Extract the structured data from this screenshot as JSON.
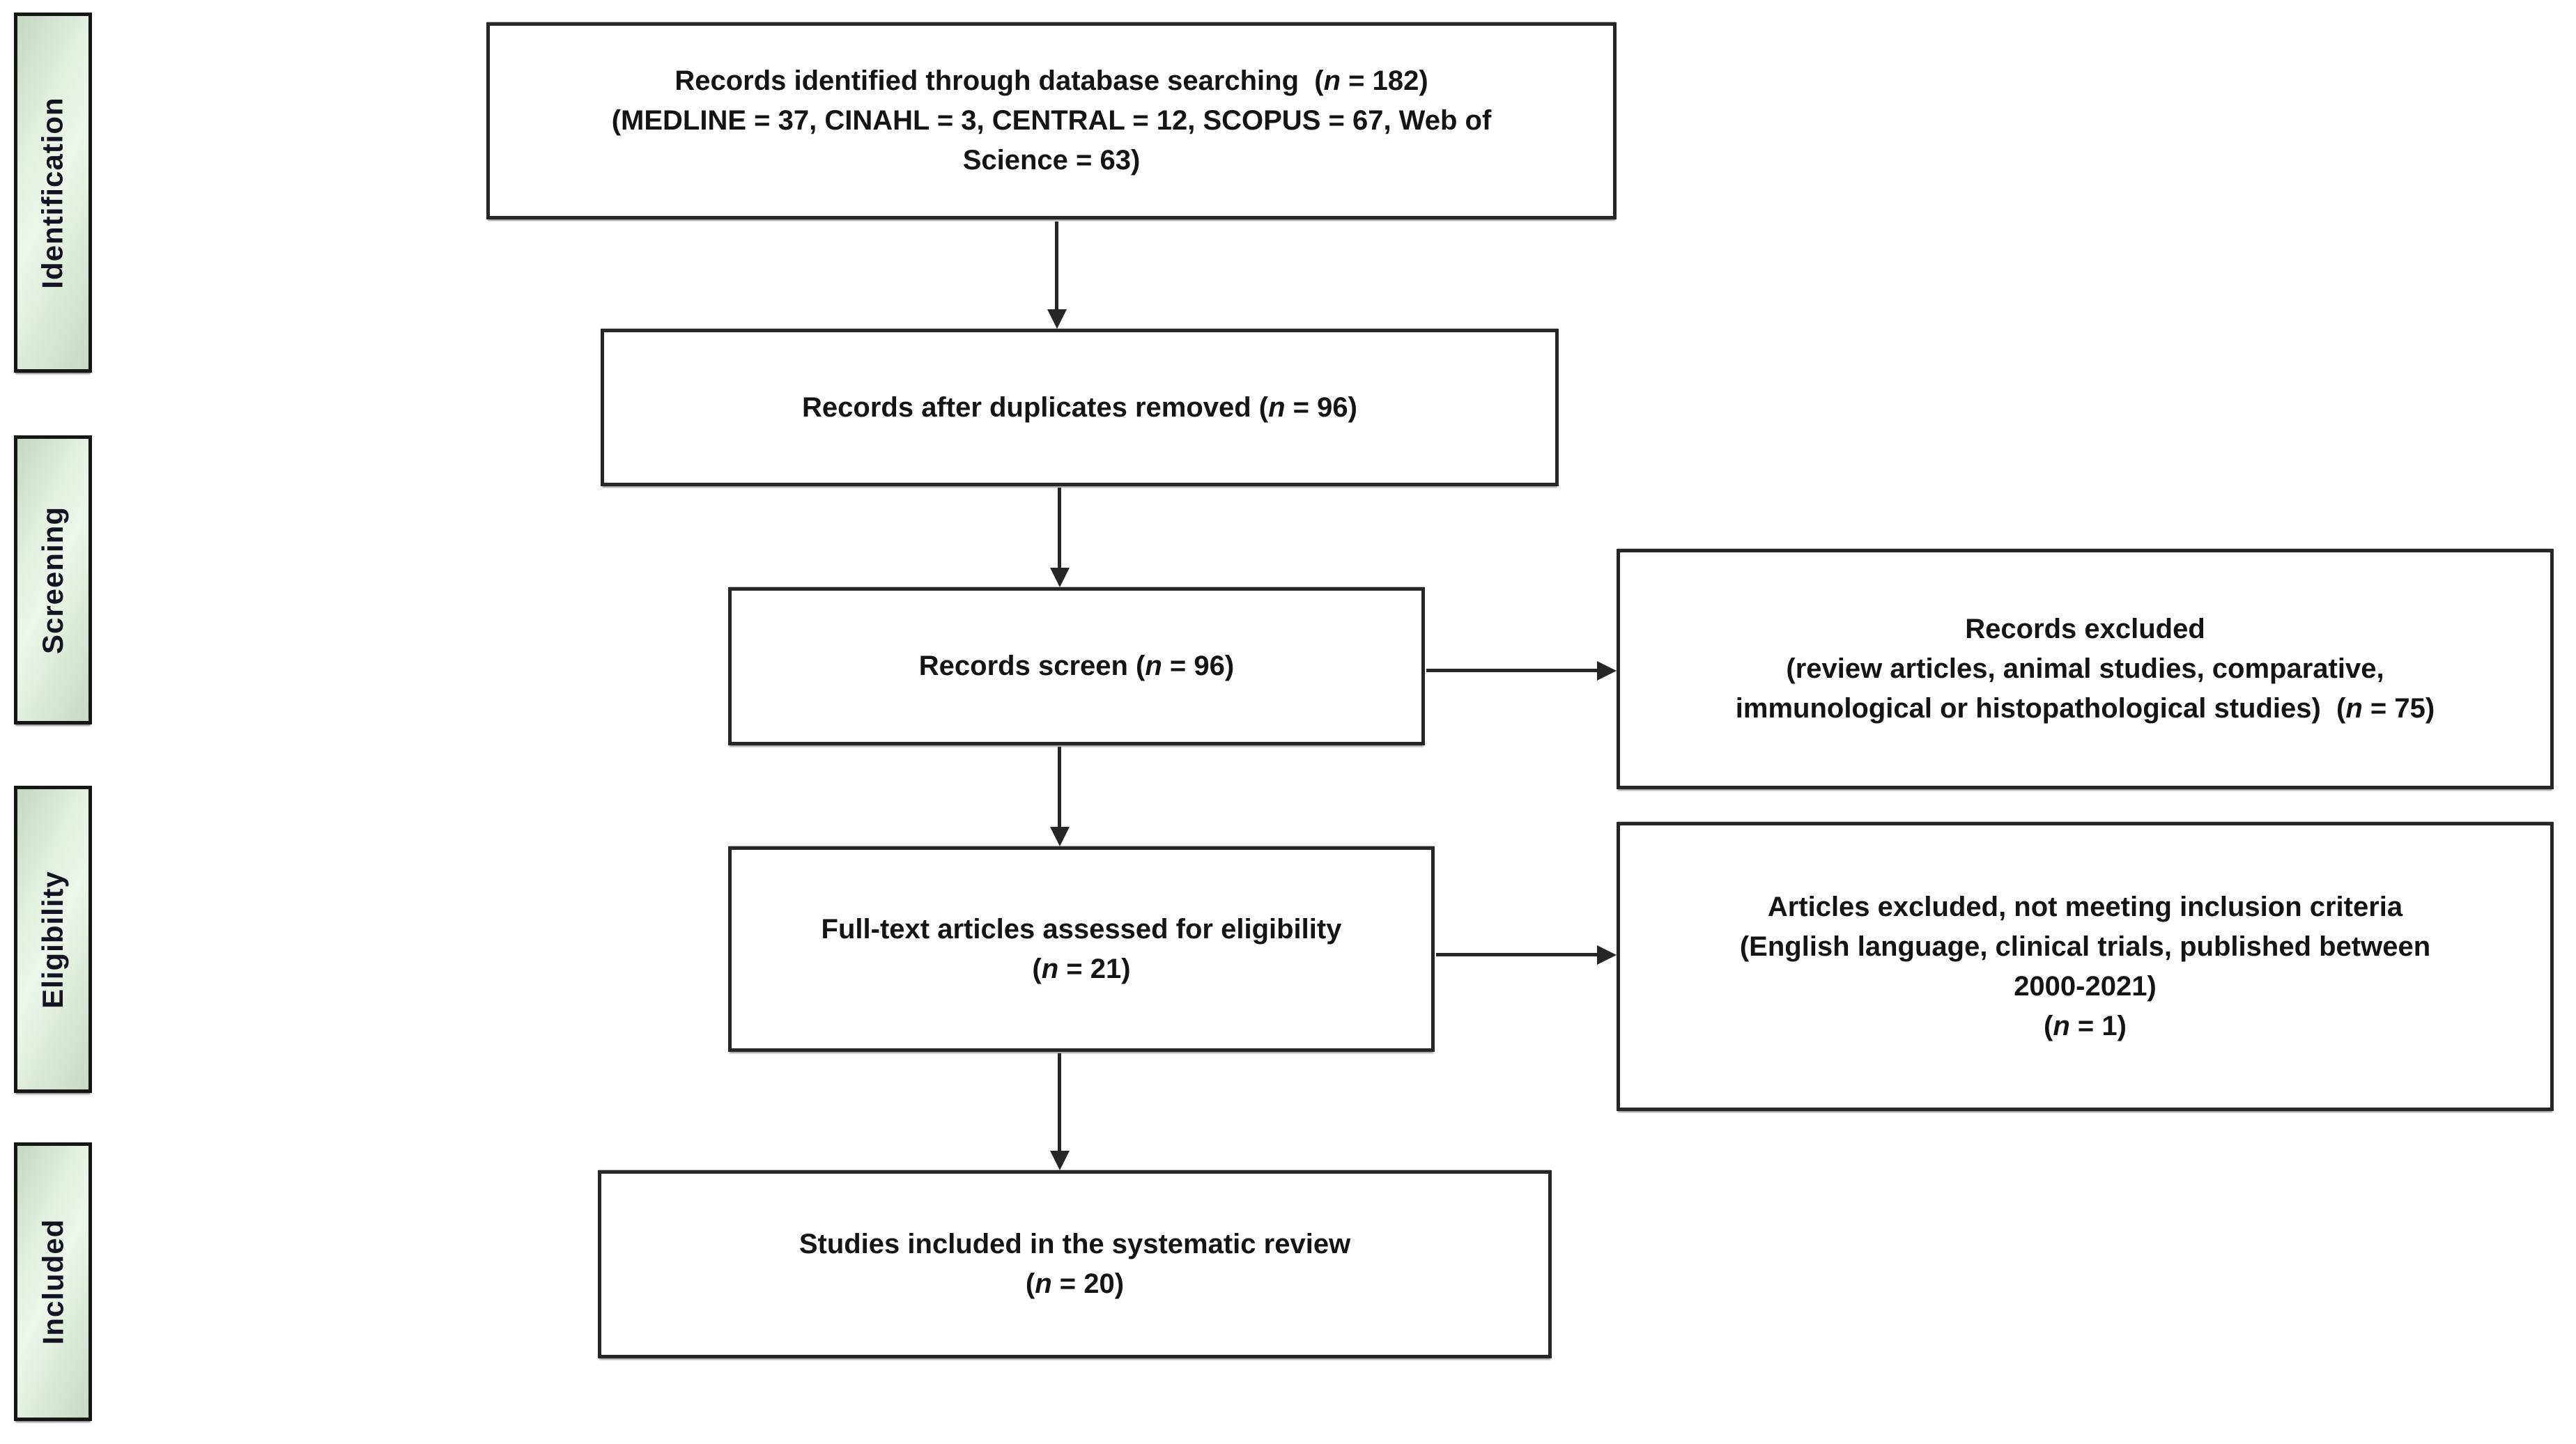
{
  "colors": {
    "background": "#ffffff",
    "box_border": "#262626",
    "arrow": "#262626",
    "text": "#141414",
    "stage_fill_light": "#eef6ec",
    "stage_fill_dark": "#c3d8c0",
    "stage_text": "#141420"
  },
  "sidebar": {
    "stages": [
      {
        "label": "Identification"
      },
      {
        "label": "Screening"
      },
      {
        "label": "Eligibility"
      },
      {
        "label": "Included"
      }
    ]
  },
  "flow": {
    "identified": {
      "n": 182,
      "databases": {
        "MEDLINE": 37,
        "CINAHL": 3,
        "CENTRAL": 12,
        "SCOPUS": 67,
        "Web of Science": 63
      },
      "lines": [
        [
          {
            "t": "Records identified through database searching  ("
          },
          {
            "t": "n",
            "i": true
          },
          {
            "t": " = 182)"
          }
        ],
        [
          {
            "t": "(MEDLINE = 37, CINAHL = 3, CENTRAL = 12, SCOPUS = 67, Web of"
          }
        ],
        [
          {
            "t": "Science = 63)"
          }
        ]
      ]
    },
    "deduplicated": {
      "n": 96,
      "lines": [
        [
          {
            "t": "Records after duplicates removed ("
          },
          {
            "t": "n",
            "i": true
          },
          {
            "t": " = 96)"
          }
        ]
      ]
    },
    "screened": {
      "n": 96,
      "lines": [
        [
          {
            "t": "Records screen ("
          },
          {
            "t": "n",
            "i": true
          },
          {
            "t": " = 96)"
          }
        ]
      ]
    },
    "records_excluded": {
      "n": 75,
      "lines": [
        [
          {
            "t": "Records excluded"
          }
        ],
        [
          {
            "t": "(review articles, animal studies, comparative,"
          }
        ],
        [
          {
            "t": "immunological or histopathological studies)  ("
          },
          {
            "t": "n",
            "i": true
          },
          {
            "t": " = 75)"
          }
        ]
      ]
    },
    "fulltext": {
      "n": 21,
      "lines": [
        [
          {
            "t": "Full-text articles assessed for eligibility"
          }
        ],
        [
          {
            "t": "("
          },
          {
            "t": "n",
            "i": true
          },
          {
            "t": " = 21)"
          }
        ]
      ]
    },
    "articles_excluded": {
      "n": 1,
      "lines": [
        [
          {
            "t": "Articles excluded, not meeting inclusion criteria"
          }
        ],
        [
          {
            "t": "(English language, clinical trials, published between"
          }
        ],
        [
          {
            "t": "2000-2021)"
          }
        ],
        [
          {
            "t": "("
          },
          {
            "t": "n",
            "i": true
          },
          {
            "t": " = 1)"
          }
        ]
      ]
    },
    "included_studies": {
      "n": 20,
      "lines": [
        [
          {
            "t": "Studies included in the systematic review"
          }
        ],
        [
          {
            "t": "("
          },
          {
            "t": "n",
            "i": true
          },
          {
            "t": " = 20)"
          }
        ]
      ]
    }
  }
}
